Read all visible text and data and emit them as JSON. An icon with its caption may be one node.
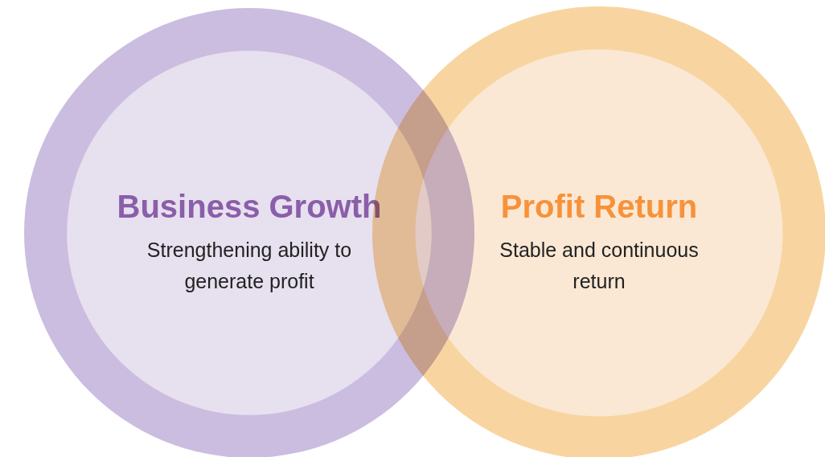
{
  "diagram": {
    "nodes": [
      {
        "text": [
          "Business Growth",
          "Strengthening ability to generate profit"
        ]
      },
      {
        "text": [
          "Profit Return",
          "Stable and continuous return"
        ]
      }
    ]
  }
}
